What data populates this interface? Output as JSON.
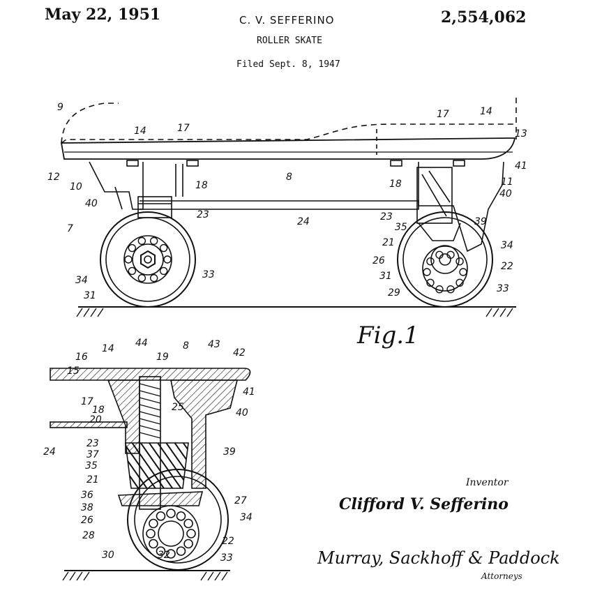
{
  "header": {
    "date": "May 22, 1951",
    "inventor": "C. V. SEFFERINO",
    "patent_number": "2,554,062",
    "title": "ROLLER SKATE",
    "filed": "Filed Sept. 8, 1947"
  },
  "fig1": {
    "label": "Fig.1",
    "refs": [
      "9",
      "14",
      "17",
      "17",
      "14",
      "13",
      "12",
      "10",
      "18",
      "8",
      "18",
      "41",
      "11",
      "40",
      "40",
      "23",
      "23",
      "7",
      "24",
      "35",
      "39",
      "21",
      "34",
      "26",
      "22",
      "34",
      "33",
      "31",
      "31",
      "29",
      "33"
    ]
  },
  "fig2": {
    "refs": [
      "16",
      "14",
      "44",
      "19",
      "8",
      "43",
      "42",
      "15",
      "17",
      "41",
      "18",
      "25",
      "20",
      "40",
      "24",
      "23",
      "37",
      "39",
      "35",
      "21",
      "36",
      "27",
      "38",
      "34",
      "26",
      "28",
      "22",
      "30",
      "32",
      "33"
    ]
  },
  "inventor_block": {
    "label": "Inventor",
    "name": "Clifford V. Sefferino",
    "attorneys_signature": "Murray, Sackhoff & Paddock",
    "attorneys_label": "Attorneys"
  }
}
